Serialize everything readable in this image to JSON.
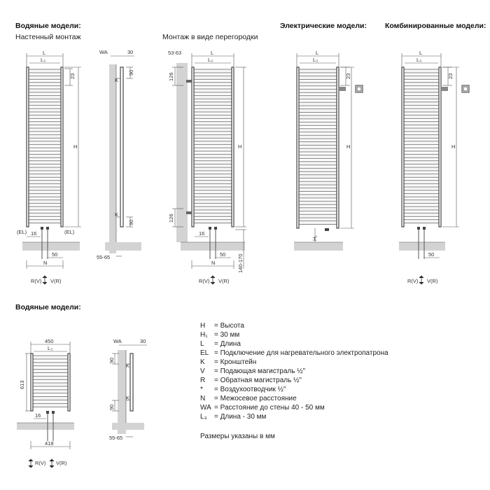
{
  "headers": {
    "water_models": "Водяные модели:",
    "electric_models": "Электрические модели:",
    "combined_models": "Комбинированные модели:",
    "water_models_bottom": "Водяные модели:"
  },
  "subheaders": {
    "wall_mount": "Настенный монтаж",
    "partition_mount": "Монтаж в виде перегородки"
  },
  "dims": {
    "L": "L",
    "L3": "L₃",
    "H": "H",
    "H1": "H₁",
    "WA": "WA",
    "N": "N",
    "EL_left": "(EL)",
    "EL_right": "(EL)",
    "d23": "23",
    "d16": "16",
    "d50": "50",
    "d30": "30",
    "d90": "90",
    "d126": "126",
    "d53_63": "53-63",
    "d55_65": "55-65",
    "d140_170": "140-170",
    "d450": "450",
    "d418": "418",
    "d613": "613",
    "K": "K",
    "R": "R",
    "RV": "R(V)",
    "VR": "V(R)"
  },
  "legend": [
    {
      "key": "H",
      "text": "= Высота"
    },
    {
      "key": "H₁",
      "text": "= 30 мм"
    },
    {
      "key": "L",
      "text": "= Длина"
    },
    {
      "key": "EL",
      "text": "= Подключение для нагревательного электропатрона"
    },
    {
      "key": "K",
      "text": "= Кронштейн"
    },
    {
      "key": "V",
      "text": "= Подающая магистраль ½\""
    },
    {
      "key": "R",
      "text": "= Обратная магистраль ½\""
    },
    {
      "key": "*",
      "text": "= Воздухоотводчик ½\""
    },
    {
      "key": "N",
      "text": "= Межосевое расстояние"
    },
    {
      "key": "WA",
      "text": "= Расстояние до стены 40 - 50 мм"
    },
    {
      "key": "L₃",
      "text": "= Длина - 30 мм"
    }
  ],
  "footnote": "Размеры указаны в мм",
  "colors": {
    "line": "#555555",
    "wall": "#d3d3d3",
    "bar": "#f4f4f4"
  }
}
